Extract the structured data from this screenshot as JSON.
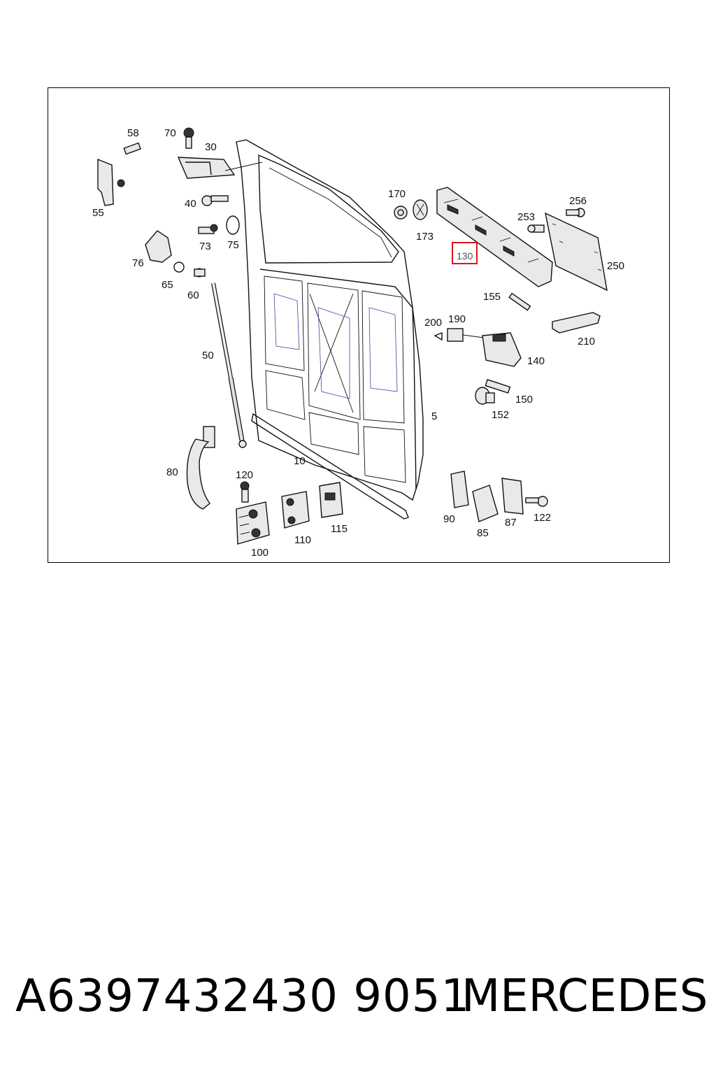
{
  "diagram": {
    "labels": {
      "l58": "58",
      "l70": "70",
      "l30": "30",
      "l55": "55",
      "l40": "40",
      "l73": "73",
      "l75": "75",
      "l76": "76",
      "l65": "65",
      "l60": "60",
      "l50": "50",
      "l80": "80",
      "l120": "120",
      "l100": "100",
      "l110": "110",
      "l115": "115",
      "l10": "10",
      "l5": "5",
      "l170": "170",
      "l173": "173",
      "l130": "130",
      "l253": "253",
      "l256": "256",
      "l250": "250",
      "l155": "155",
      "l200": "200",
      "l190": "190",
      "l140": "140",
      "l210": "210",
      "l150": "150",
      "l152": "152",
      "l90": "90",
      "l85": "85",
      "l87": "87",
      "l122": "122"
    },
    "highlighted_part": "130",
    "highlight_color": "#e0141e"
  },
  "footer": {
    "part_number": "A6397432430 9051",
    "brand": "MERCEDES"
  }
}
